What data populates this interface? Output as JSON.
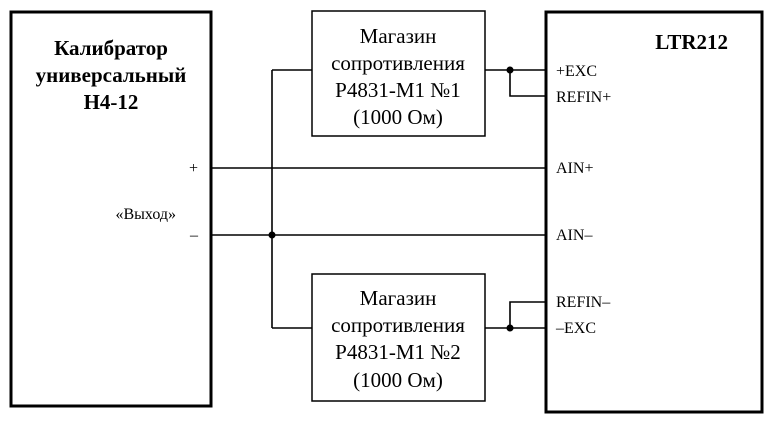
{
  "calibrator": {
    "title_lines": [
      "Калибратор",
      "универсальный",
      "Н4-12"
    ],
    "output_label": "«Выход»",
    "plus_label": "+",
    "minus_label": "–"
  },
  "resistor1": {
    "lines": [
      "Магазин",
      "сопротивления",
      "Р4831-М1 №1",
      "(1000 Ом)"
    ]
  },
  "resistor2": {
    "lines": [
      "Магазин",
      "сопротивления",
      "Р4831-М1 №2",
      "(1000 Ом)"
    ]
  },
  "ltr": {
    "title": "LTR212",
    "pins": {
      "exc_plus": "+EXC",
      "refin_plus": "REFIN+",
      "ain_plus": "AIN+",
      "ain_minus": "AIN–",
      "refin_minus": "REFIN–",
      "exc_minus": "–EXC"
    }
  }
}
